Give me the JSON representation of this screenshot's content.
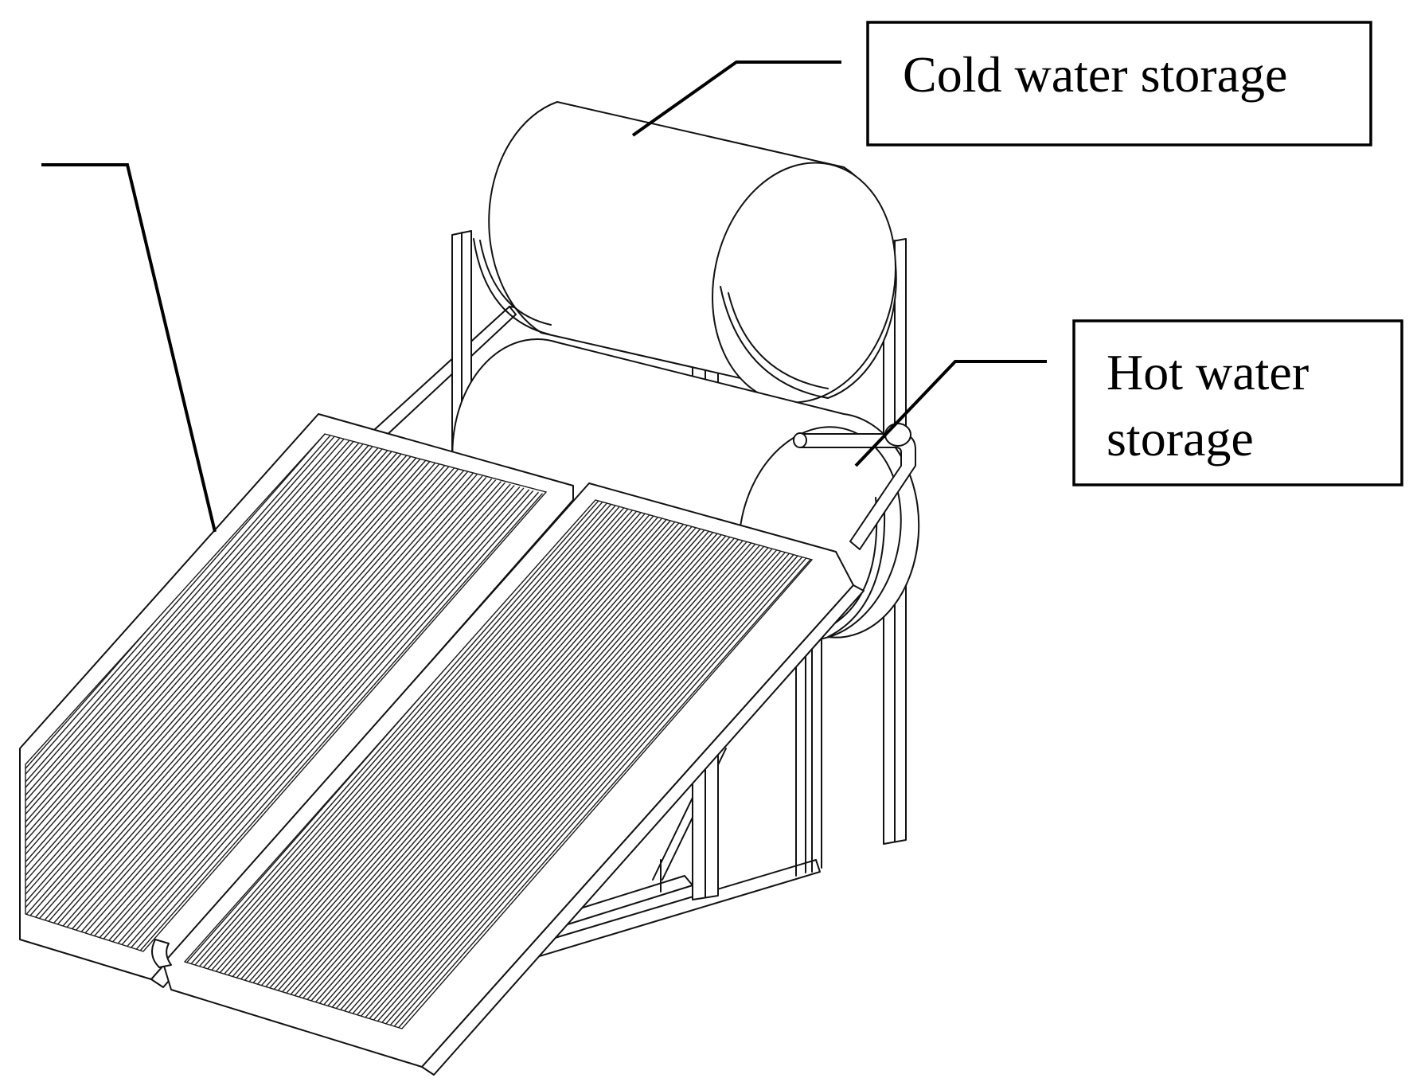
{
  "diagram": {
    "labels": {
      "cold_storage": "Cold water storage",
      "hot_storage_line1": "Hot water",
      "hot_storage_line2": "storage"
    },
    "colors": {
      "line": "#111111",
      "background": "#ffffff"
    },
    "collector_panel_count": 2
  }
}
